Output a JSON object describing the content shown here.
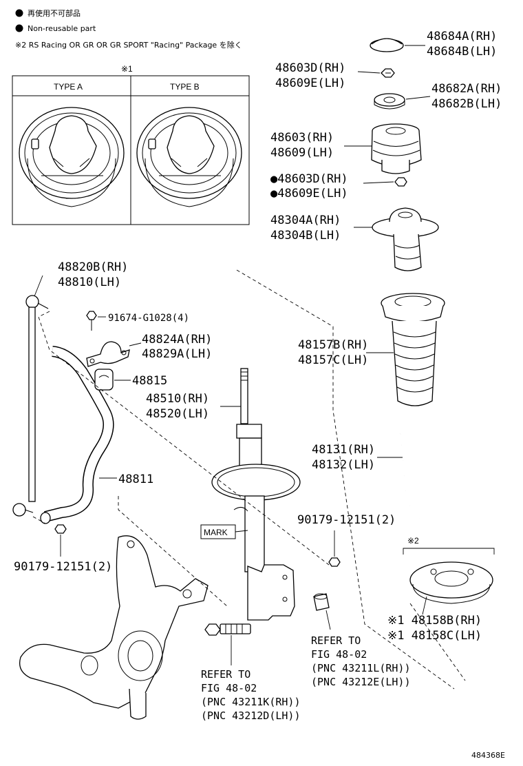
{
  "legend": {
    "non_reusable_ja": "再使用不可部品",
    "non_reusable_en": "Non-reusable part",
    "note2": "※2 RS Racing OR GR OR GR SPORT \"Racing\" Package を除く"
  },
  "type_table": {
    "note_mark": "※1",
    "type_a": "TYPE A",
    "type_b": "TYPE B"
  },
  "note_mark_2": "※2",
  "labels": {
    "p48684": [
      "48684A(RH)",
      "48684B(LH)"
    ],
    "p48603d_top": [
      "48603D(RH)",
      "48609E(LH)"
    ],
    "p48682": [
      "48682A(RH)",
      "48682B(LH)"
    ],
    "p48603": [
      "48603(RH)",
      "48609(LH)"
    ],
    "p48603d_nr": [
      "●48603D(RH)",
      "●48609E(LH)"
    ],
    "p48304": [
      "48304A(RH)",
      "48304B(LH)"
    ],
    "p48820": [
      "48820B(RH)",
      "48810(LH)"
    ],
    "p91674": "91674-G1028(4)",
    "p48824": [
      "48824A(RH)",
      "48829A(LH)"
    ],
    "p48815": "48815",
    "p48510": [
      "48510(RH)",
      "48520(LH)"
    ],
    "p48157": [
      "48157B(RH)",
      "48157C(LH)"
    ],
    "p48131": [
      "48131(RH)",
      "48132(LH)"
    ],
    "p48811": "48811",
    "p90179_right": "90179-12151(2)",
    "mark": "MARK",
    "p90179_left": "90179-12151(2)",
    "p48158": [
      "※1 48158B(RH)",
      "※1 48158C(LH)"
    ]
  },
  "refs": {
    "right": [
      "REFER TO",
      "FIG 48-02",
      "(PNC 43211L(RH))",
      "(PNC 43212E(LH))"
    ],
    "left": [
      "REFER TO",
      "FIG 48-02",
      "(PNC 43211K(RH))",
      "(PNC 43212D(LH))"
    ]
  },
  "figure_id": "484368E"
}
